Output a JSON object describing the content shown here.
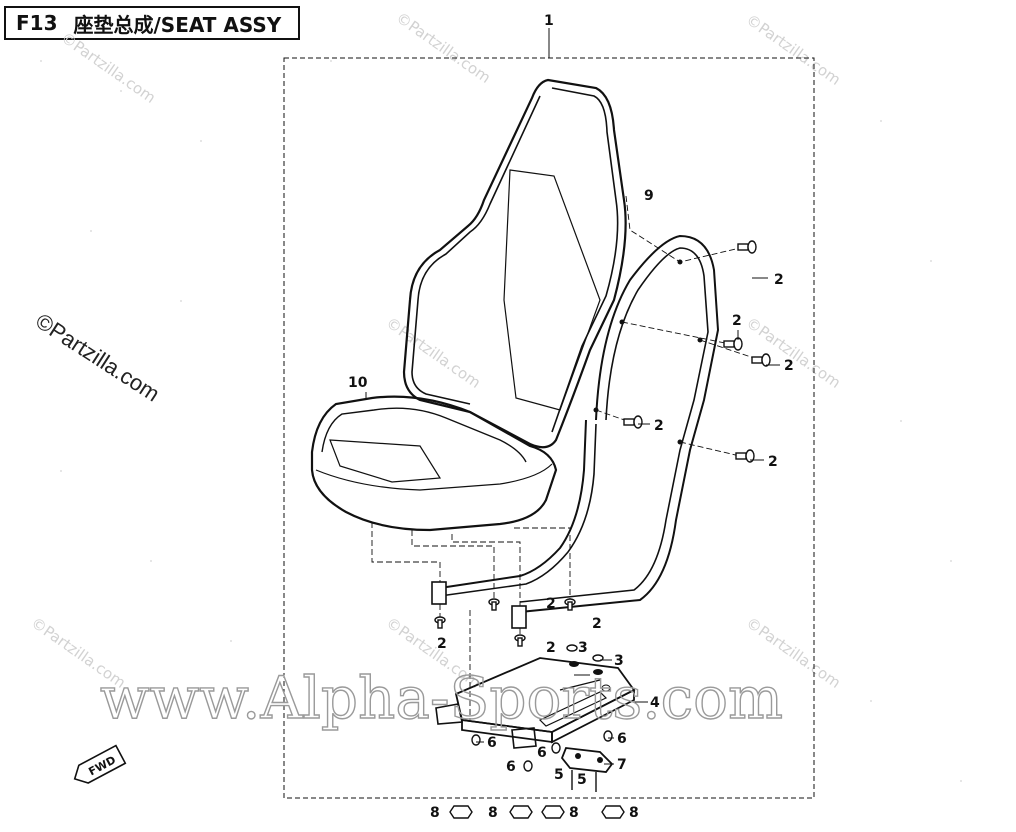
{
  "header": {
    "figure_code": "F13",
    "title": "座垫总成/SEAT ASSY"
  },
  "watermarks": {
    "partzilla": "©Partzilla.com",
    "site": "www.Alpha-Sports.com"
  },
  "callouts": [
    {
      "id": "c1",
      "label": "1"
    },
    {
      "id": "c9",
      "label": "9"
    },
    {
      "id": "c10",
      "label": "10"
    },
    {
      "id": "c2a",
      "label": "2"
    },
    {
      "id": "c2b",
      "label": "2"
    },
    {
      "id": "c2c",
      "label": "2"
    },
    {
      "id": "c2d",
      "label": "2"
    },
    {
      "id": "c2e",
      "label": "2"
    },
    {
      "id": "c2f",
      "label": "2"
    },
    {
      "id": "c2g",
      "label": "2"
    },
    {
      "id": "c2h",
      "label": "2"
    },
    {
      "id": "c2i",
      "label": "2"
    },
    {
      "id": "c3a",
      "label": "3"
    },
    {
      "id": "c3b",
      "label": "3"
    },
    {
      "id": "c4",
      "label": "4"
    },
    {
      "id": "c5a",
      "label": "5"
    },
    {
      "id": "c5b",
      "label": "5"
    },
    {
      "id": "c6a",
      "label": "6"
    },
    {
      "id": "c6b",
      "label": "6"
    },
    {
      "id": "c6c",
      "label": "6"
    },
    {
      "id": "c6d",
      "label": "6"
    },
    {
      "id": "c7",
      "label": "7"
    },
    {
      "id": "c8a",
      "label": "8"
    },
    {
      "id": "c8b",
      "label": "8"
    },
    {
      "id": "c8c",
      "label": "8"
    },
    {
      "id": "c8d",
      "label": "8"
    }
  ],
  "fwd_marker": "FWD"
}
